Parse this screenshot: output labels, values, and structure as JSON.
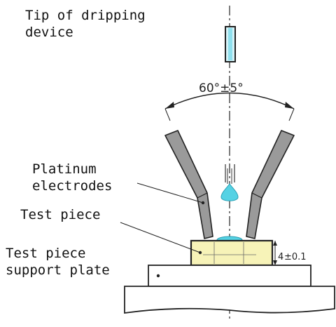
{
  "labels": {
    "dripping_device": [
      "Tip of dripping",
      "device"
    ],
    "electrodes": [
      "Platinum",
      "electrodes"
    ],
    "test_piece": "Test piece",
    "support_plate": [
      "Test piece",
      "support plate"
    ]
  },
  "dimensions": {
    "angle": "60°±5°",
    "thickness_value": "4",
    "thickness_tolerance": "±0.1"
  },
  "colors": {
    "droplet": "#55d2e4",
    "test_piece_fill": "#f7f3b8",
    "electrode_fill": "#9a9a9a",
    "device_tip_fill": "#d6f3f8"
  }
}
